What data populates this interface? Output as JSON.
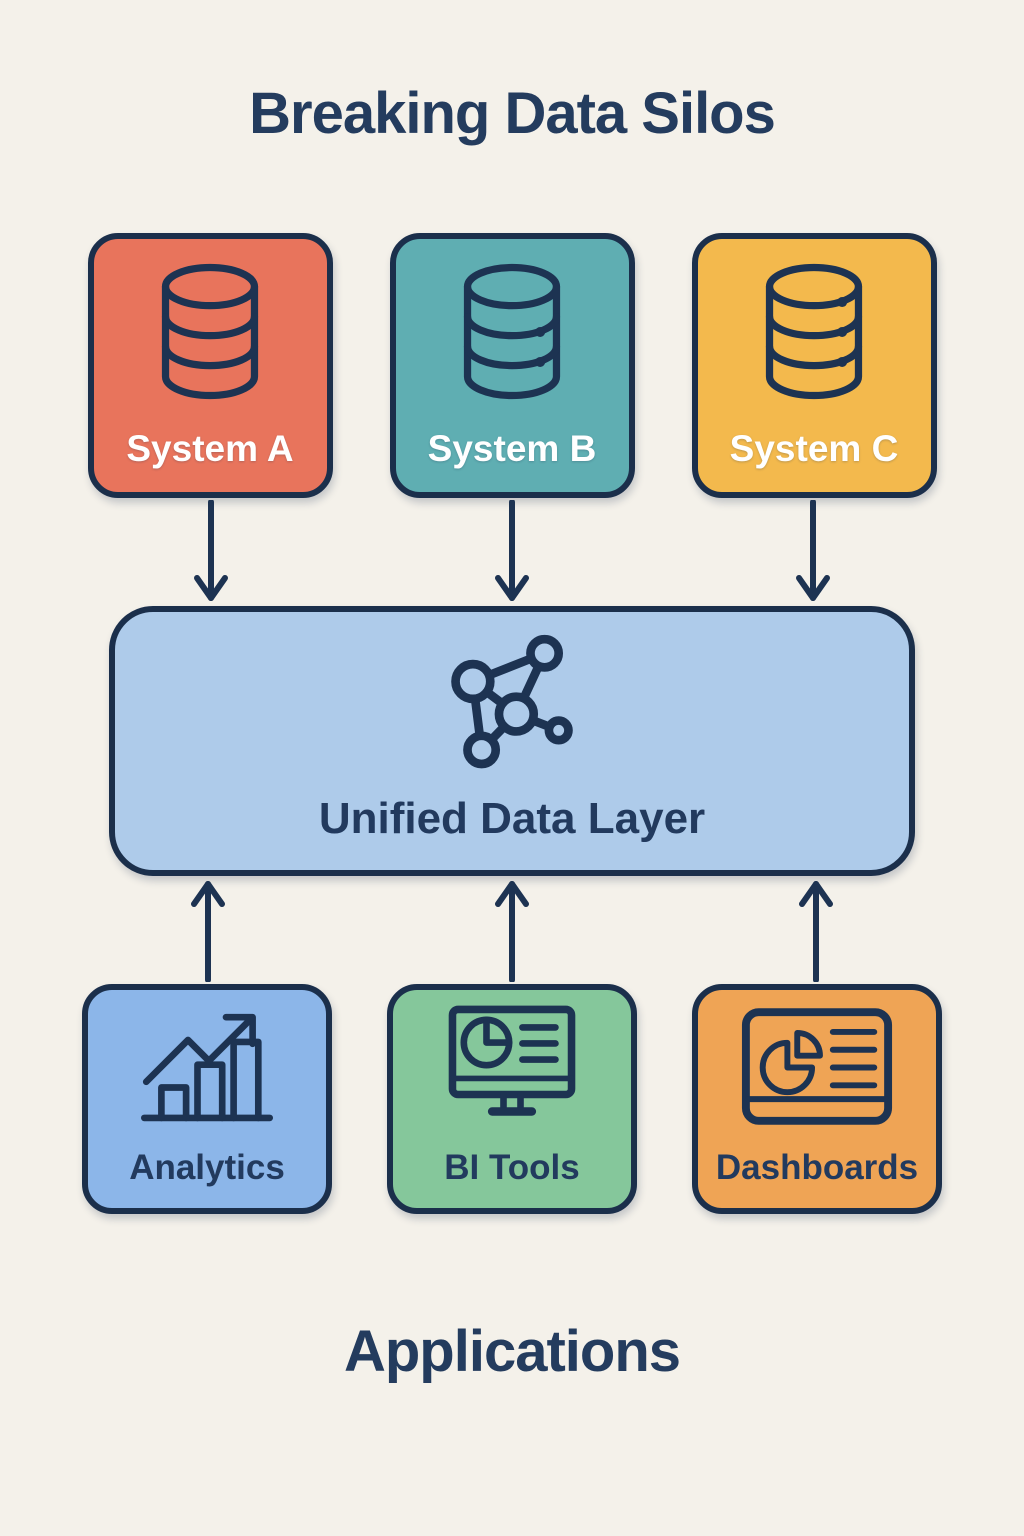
{
  "title": "Breaking Data Silos",
  "footer": "Applications",
  "colors": {
    "background": "#f4f1ea",
    "outline_navy": "#1b2f4b",
    "text_navy": "#243c5e",
    "system_a": "#e8745c",
    "system_b": "#5faeb2",
    "system_c": "#f3b94d",
    "hub": "#aecbea",
    "analytics": "#8cb6e9",
    "bi_tools": "#85c79b",
    "dashboards": "#efa455"
  },
  "sources": [
    {
      "label": "System A",
      "icon": "database-icon"
    },
    {
      "label": "System B",
      "icon": "database-icon"
    },
    {
      "label": "System C",
      "icon": "database-icon"
    }
  ],
  "hub": {
    "label": "Unified Data Layer",
    "icon": "network-nodes-icon"
  },
  "applications": [
    {
      "label": "Analytics",
      "icon": "bar-chart-trend-icon"
    },
    {
      "label": "BI Tools",
      "icon": "monitor-pie-chart-icon"
    },
    {
      "label": "Dashboards",
      "icon": "dashboard-panel-icon"
    }
  ]
}
